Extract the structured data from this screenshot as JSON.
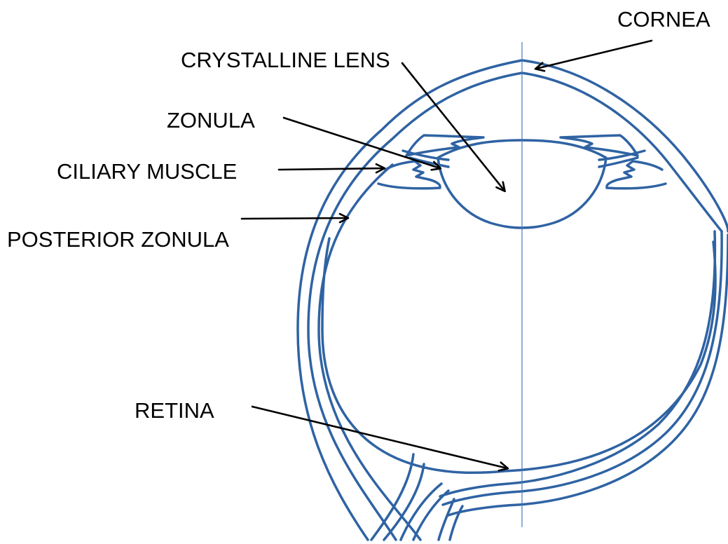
{
  "labels": {
    "cornea": "CORNEA",
    "crystalline_lens": "CRYSTALLINE LENS",
    "zonula": "ZONULA",
    "ciliary_muscle": "CILIARY MUSCLE",
    "posterior_zonula": "POSTERIOR ZONULA",
    "retina": "RETINA"
  },
  "colors": {
    "eye_outline": "#2f63a3",
    "optical_axis": "#4a78b8",
    "pointer": "#000000",
    "background": "#ffffff"
  }
}
